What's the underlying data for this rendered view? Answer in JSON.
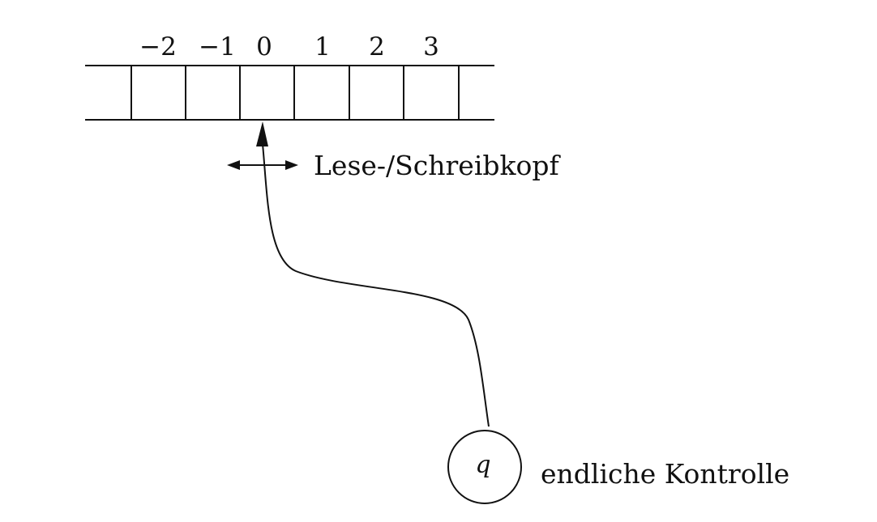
{
  "diagram": {
    "tape": {
      "cell_labels": [
        "−2",
        "−1",
        "0",
        "1",
        "2",
        "3"
      ]
    },
    "head_label": "Lese-/Schreibkopf",
    "state": {
      "symbol": "q",
      "label": "endliche Kontrolle"
    },
    "colors": {
      "stroke": "#111111",
      "background": "#ffffff"
    }
  }
}
